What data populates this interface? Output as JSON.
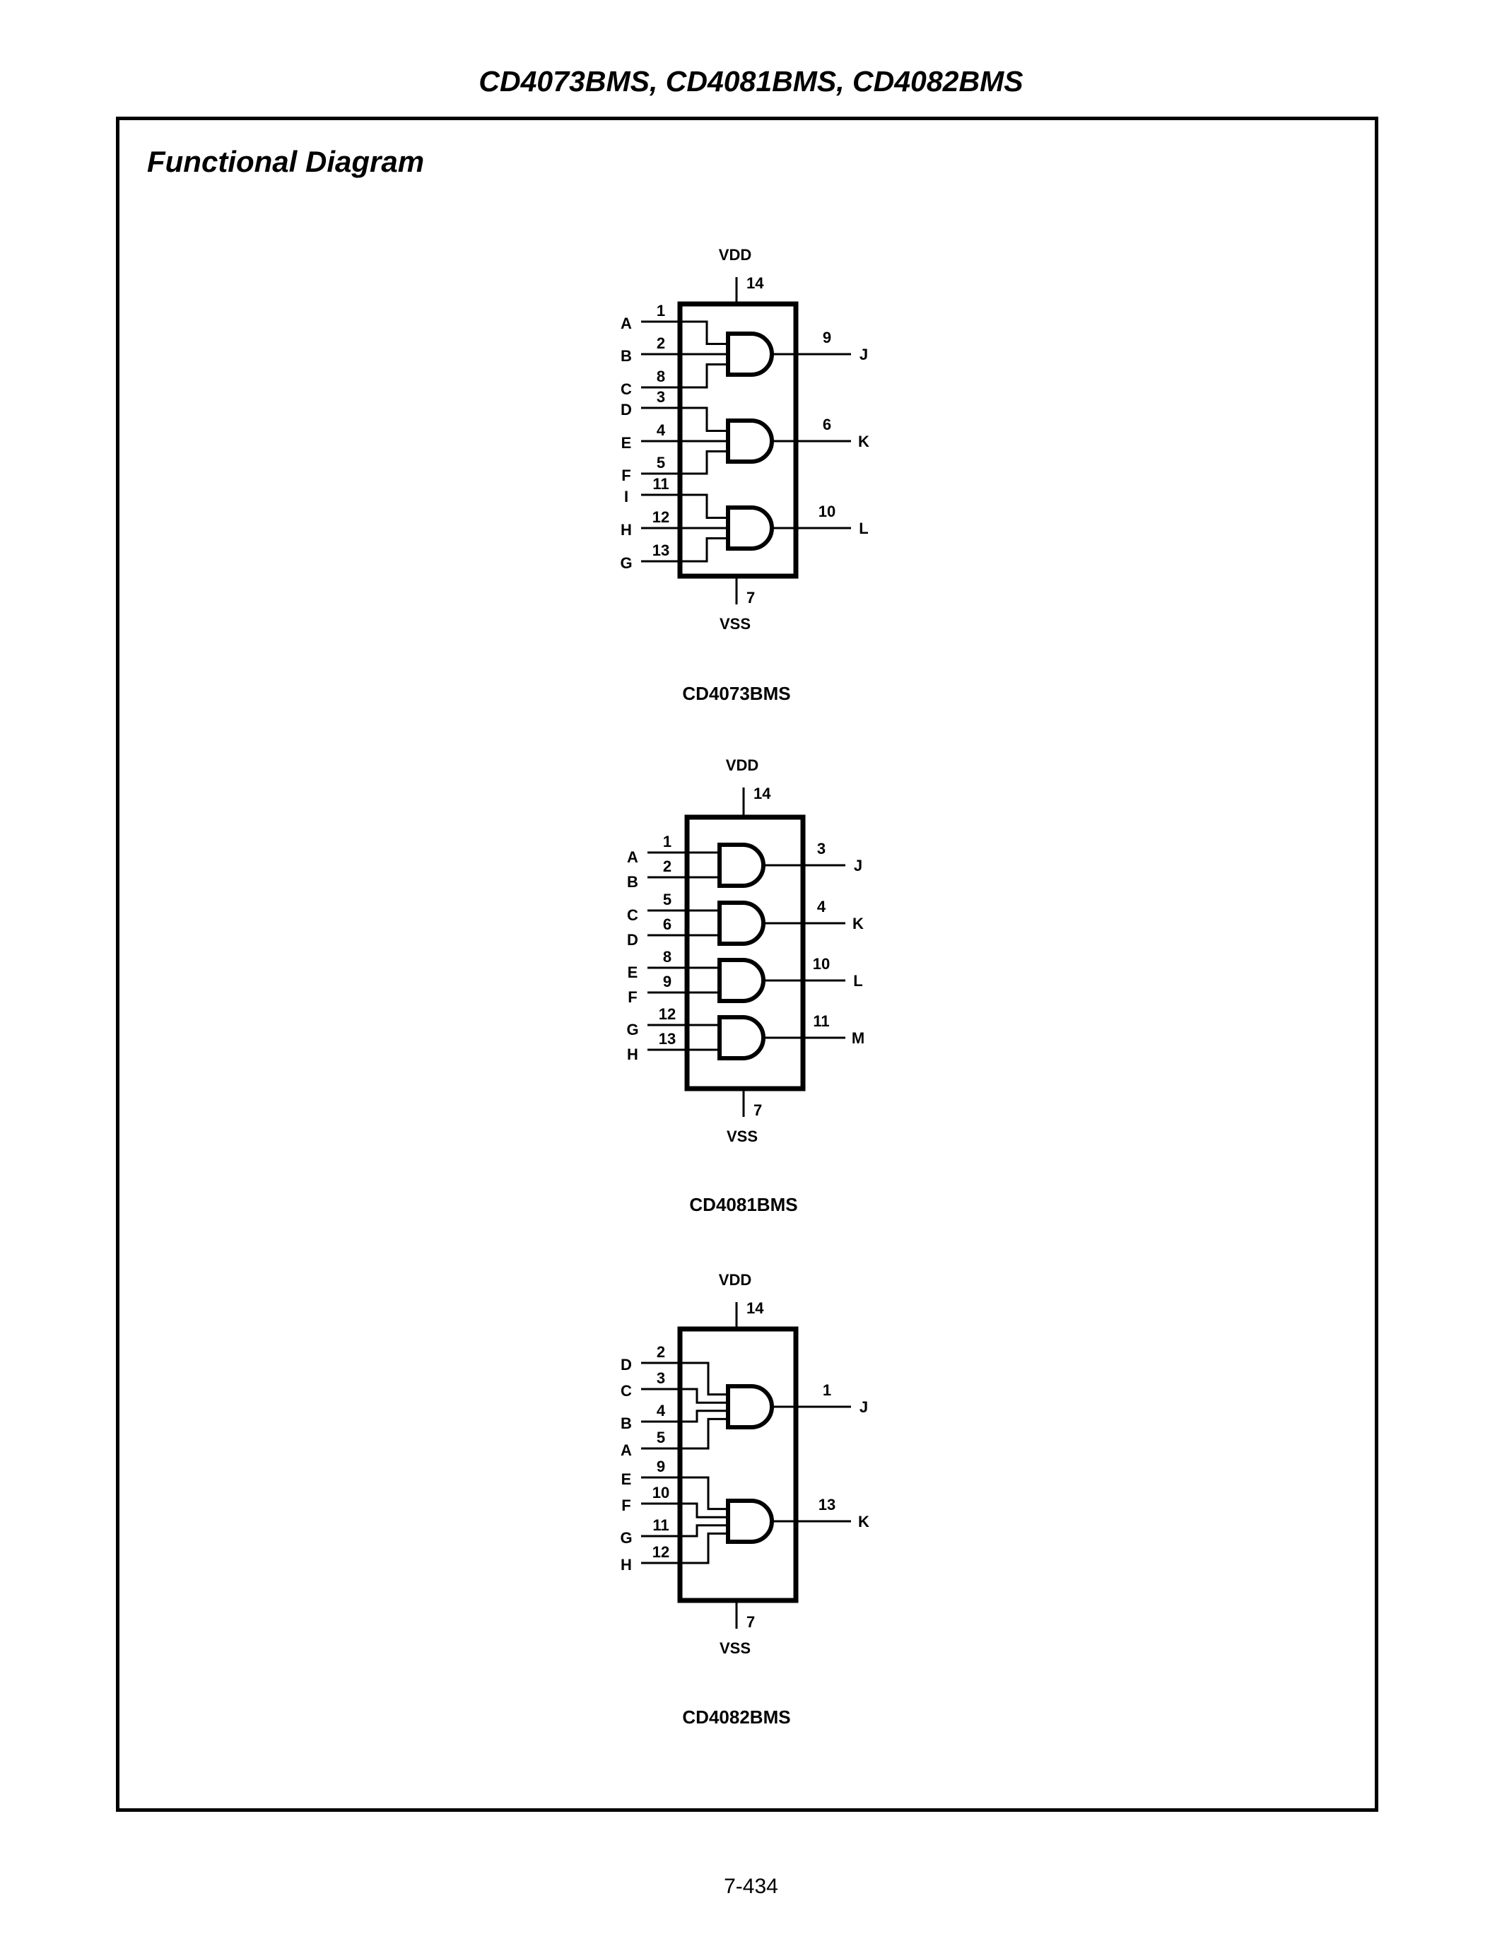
{
  "header": {
    "title": "CD4073BMS, CD4081BMS, CD4082BMS"
  },
  "section": {
    "title": "Functional Diagram"
  },
  "diagrams": [
    {
      "caption": "CD4073BMS",
      "vdd": {
        "label": "VDD",
        "pin": "14"
      },
      "vss": {
        "label": "VSS",
        "pin": "7"
      },
      "gates": [
        {
          "inputs": [
            {
              "signal": "A",
              "pin": "1"
            },
            {
              "signal": "B",
              "pin": "2"
            },
            {
              "signal": "C",
              "pin": "8"
            }
          ],
          "output": {
            "signal": "J",
            "pin": "9"
          }
        },
        {
          "inputs": [
            {
              "signal": "D",
              "pin": "3"
            },
            {
              "signal": "E",
              "pin": "4"
            },
            {
              "signal": "F",
              "pin": "5"
            }
          ],
          "output": {
            "signal": "K",
            "pin": "6"
          }
        },
        {
          "inputs": [
            {
              "signal": "I",
              "pin": "11"
            },
            {
              "signal": "H",
              "pin": "12"
            },
            {
              "signal": "G",
              "pin": "13"
            }
          ],
          "output": {
            "signal": "L",
            "pin": "10"
          }
        }
      ]
    },
    {
      "caption": "CD4081BMS",
      "vdd": {
        "label": "VDD",
        "pin": "14"
      },
      "vss": {
        "label": "VSS",
        "pin": "7"
      },
      "gates": [
        {
          "inputs": [
            {
              "signal": "A",
              "pin": "1"
            },
            {
              "signal": "B",
              "pin": "2"
            }
          ],
          "output": {
            "signal": "J",
            "pin": "3"
          }
        },
        {
          "inputs": [
            {
              "signal": "C",
              "pin": "5"
            },
            {
              "signal": "D",
              "pin": "6"
            }
          ],
          "output": {
            "signal": "K",
            "pin": "4"
          }
        },
        {
          "inputs": [
            {
              "signal": "E",
              "pin": "8"
            },
            {
              "signal": "F",
              "pin": "9"
            }
          ],
          "output": {
            "signal": "L",
            "pin": "10"
          }
        },
        {
          "inputs": [
            {
              "signal": "G",
              "pin": "12"
            },
            {
              "signal": "H",
              "pin": "13"
            }
          ],
          "output": {
            "signal": "M",
            "pin": "11"
          }
        }
      ]
    },
    {
      "caption": "CD4082BMS",
      "vdd": {
        "label": "VDD",
        "pin": "14"
      },
      "vss": {
        "label": "VSS",
        "pin": "7"
      },
      "gates": [
        {
          "inputs": [
            {
              "signal": "D",
              "pin": "2"
            },
            {
              "signal": "C",
              "pin": "3"
            },
            {
              "signal": "B",
              "pin": "4"
            },
            {
              "signal": "A",
              "pin": "5"
            }
          ],
          "output": {
            "signal": "J",
            "pin": "1"
          }
        },
        {
          "inputs": [
            {
              "signal": "E",
              "pin": "9"
            },
            {
              "signal": "F",
              "pin": "10"
            },
            {
              "signal": "G",
              "pin": "11"
            },
            {
              "signal": "H",
              "pin": "12"
            }
          ],
          "output": {
            "signal": "K",
            "pin": "13"
          }
        }
      ]
    }
  ],
  "footer": {
    "page_number": "7-434"
  }
}
